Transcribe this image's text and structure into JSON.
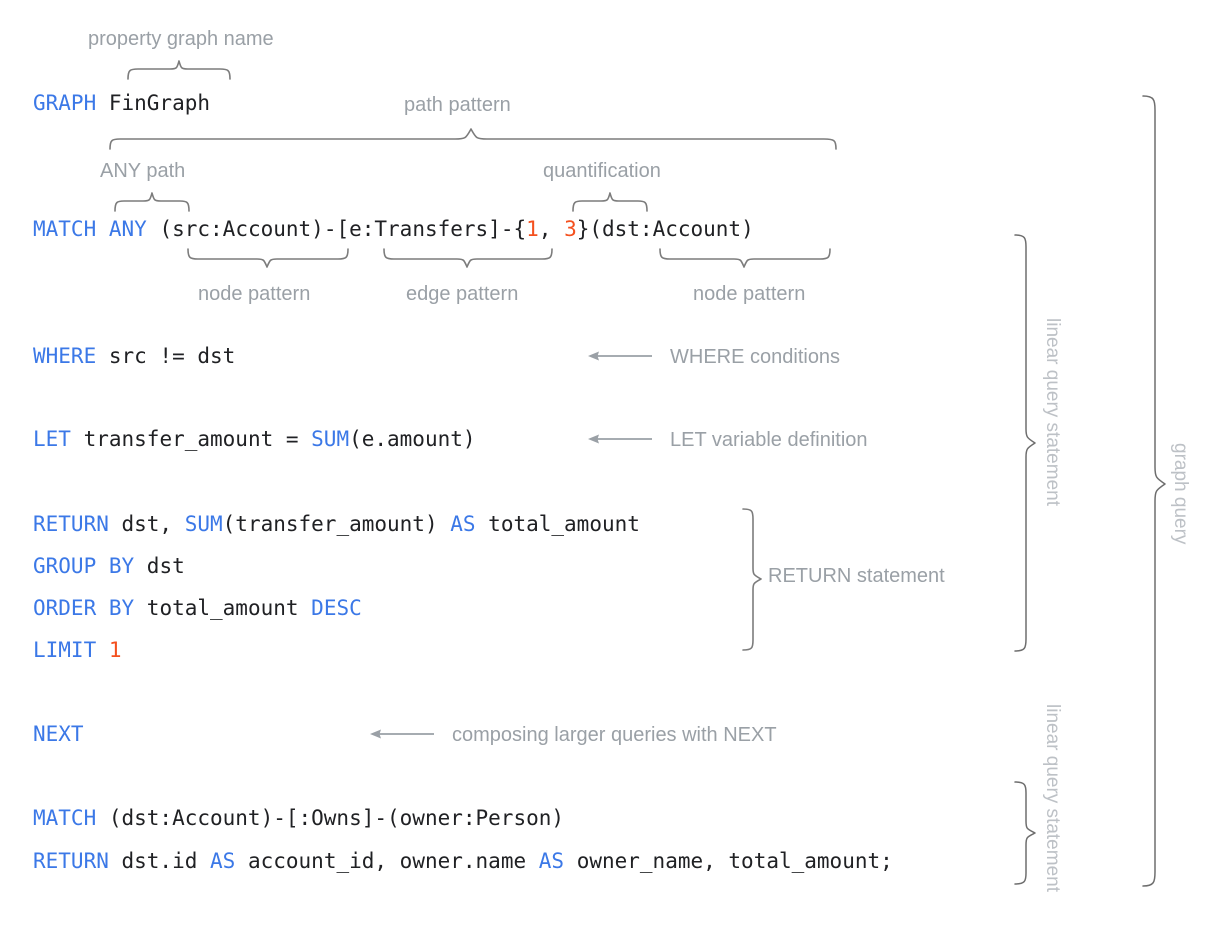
{
  "figure": {
    "title": "GQL graph query annotated syntax diagram",
    "colors": {
      "keyword": "#3b78e7",
      "literal": "#f4501e",
      "code_text": "#202124",
      "annotation": "#9aa0a6",
      "annotation_light": "#bdc1c6",
      "brace": "#7c7c7c",
      "background": "#ffffff"
    }
  },
  "code": {
    "lines": [
      {
        "id": "graph-line",
        "tokens": [
          {
            "t": "GRAPH",
            "c": "kw"
          },
          {
            "t": " FinGraph",
            "c": "plain"
          }
        ]
      },
      {
        "id": "match-any-line",
        "tokens": [
          {
            "t": "MATCH",
            "c": "kw"
          },
          {
            "t": " ",
            "c": "plain"
          },
          {
            "t": "ANY",
            "c": "kw"
          },
          {
            "t": " (src:Account)-[e:Transfers]-{",
            "c": "plain"
          },
          {
            "t": "1",
            "c": "num"
          },
          {
            "t": ", ",
            "c": "plain"
          },
          {
            "t": "3",
            "c": "num"
          },
          {
            "t": "}(dst:Account)",
            "c": "plain"
          }
        ]
      },
      {
        "id": "where-line",
        "tokens": [
          {
            "t": "WHERE",
            "c": "kw"
          },
          {
            "t": " src != dst",
            "c": "plain"
          }
        ]
      },
      {
        "id": "let-line",
        "tokens": [
          {
            "t": "LET",
            "c": "kw"
          },
          {
            "t": " transfer_amount = ",
            "c": "plain"
          },
          {
            "t": "SUM",
            "c": "kw"
          },
          {
            "t": "(e.amount)",
            "c": "plain"
          }
        ]
      },
      {
        "id": "return-line",
        "tokens": [
          {
            "t": "RETURN",
            "c": "kw"
          },
          {
            "t": " dst, ",
            "c": "plain"
          },
          {
            "t": "SUM",
            "c": "kw"
          },
          {
            "t": "(transfer_amount) ",
            "c": "plain"
          },
          {
            "t": "AS",
            "c": "kw"
          },
          {
            "t": " total_amount",
            "c": "plain"
          }
        ]
      },
      {
        "id": "group-by-line",
        "tokens": [
          {
            "t": "GROUP BY",
            "c": "kw"
          },
          {
            "t": " dst",
            "c": "plain"
          }
        ]
      },
      {
        "id": "order-by-line",
        "tokens": [
          {
            "t": "ORDER BY",
            "c": "kw"
          },
          {
            "t": " total_amount ",
            "c": "plain"
          },
          {
            "t": "DESC",
            "c": "kw"
          }
        ]
      },
      {
        "id": "limit-line",
        "tokens": [
          {
            "t": "LIMIT",
            "c": "kw"
          },
          {
            "t": " ",
            "c": "plain"
          },
          {
            "t": "1",
            "c": "num"
          }
        ]
      },
      {
        "id": "next-line",
        "tokens": [
          {
            "t": "NEXT",
            "c": "kw"
          }
        ]
      },
      {
        "id": "match2-line",
        "tokens": [
          {
            "t": "MATCH",
            "c": "kw"
          },
          {
            "t": " (dst:Account)-[:Owns]-(owner:Person)",
            "c": "plain"
          }
        ]
      },
      {
        "id": "return2-line",
        "tokens": [
          {
            "t": "RETURN",
            "c": "kw"
          },
          {
            "t": " dst.id ",
            "c": "plain"
          },
          {
            "t": "AS",
            "c": "kw"
          },
          {
            "t": " account_id, owner.name ",
            "c": "plain"
          },
          {
            "t": "AS",
            "c": "kw"
          },
          {
            "t": " owner_name, total_amount;",
            "c": "plain"
          }
        ]
      }
    ]
  },
  "annotations": {
    "property_graph_name": "property graph name",
    "path_pattern": "path pattern",
    "any_path": "ANY path",
    "quantification": "quantification",
    "node_pattern_left": "node pattern",
    "edge_pattern": "edge pattern",
    "node_pattern_right": "node pattern",
    "where_conditions": "WHERE conditions",
    "let_variable_definition": "LET variable definition",
    "return_statement": "RETURN statement",
    "composing_with_next": "composing larger queries with NEXT",
    "linear_query_statement_1": "linear query statement",
    "linear_query_statement_2": "linear query statement",
    "graph_query": "graph query"
  }
}
